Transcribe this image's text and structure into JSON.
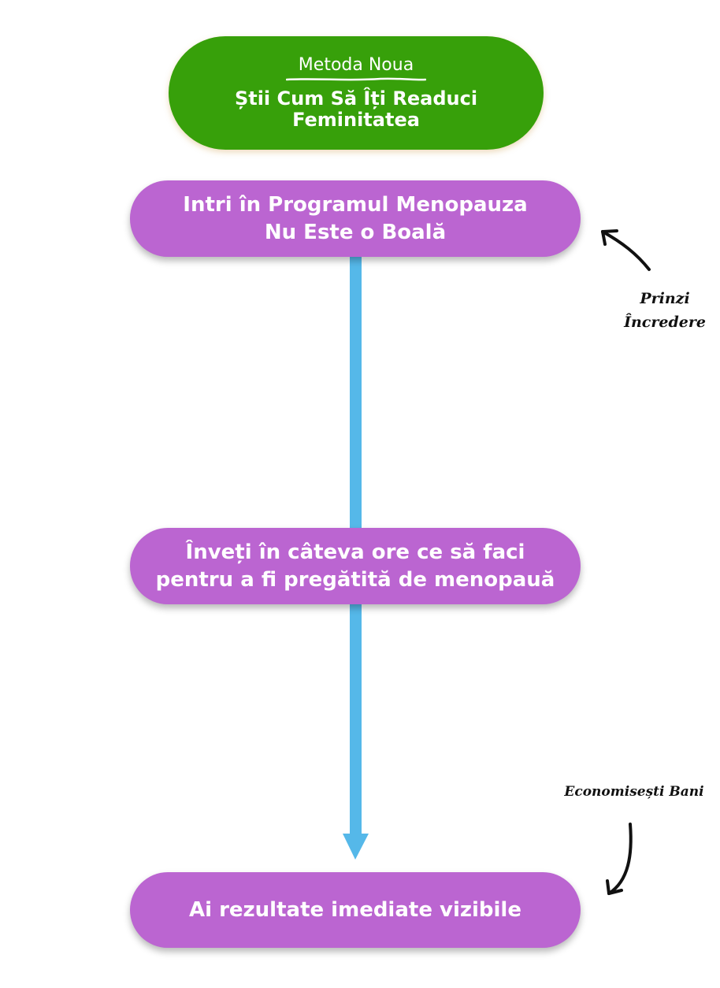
{
  "header": {
    "eyebrow": "Metoda Noua",
    "title": "Știi Cum Să Îți Readuci Feminitatea"
  },
  "steps": [
    {
      "line1": "Intri în Programul Menopauza",
      "line2": "Nu Este o Boală"
    },
    {
      "line1": "Înveți în câteva ore ce să faci",
      "line2": "pentru a fi pregătită de menopauă"
    },
    {
      "line1": "Ai rezultate imediate vizibile",
      "line2": ""
    }
  ],
  "annotations": [
    {
      "line1": "Prinzi",
      "line2": "Încredere"
    },
    {
      "line1": "Economisești Bani"
    }
  ],
  "colors": {
    "header_fill": "#37a00a",
    "step_fill": "#bb65d1",
    "connector": "#55b8e9",
    "annotation_ink": "#111111"
  },
  "icons": {
    "annotation_arrows": "hand-drawn-arrow-icon",
    "flow_arrowhead": "arrow-down-icon"
  }
}
